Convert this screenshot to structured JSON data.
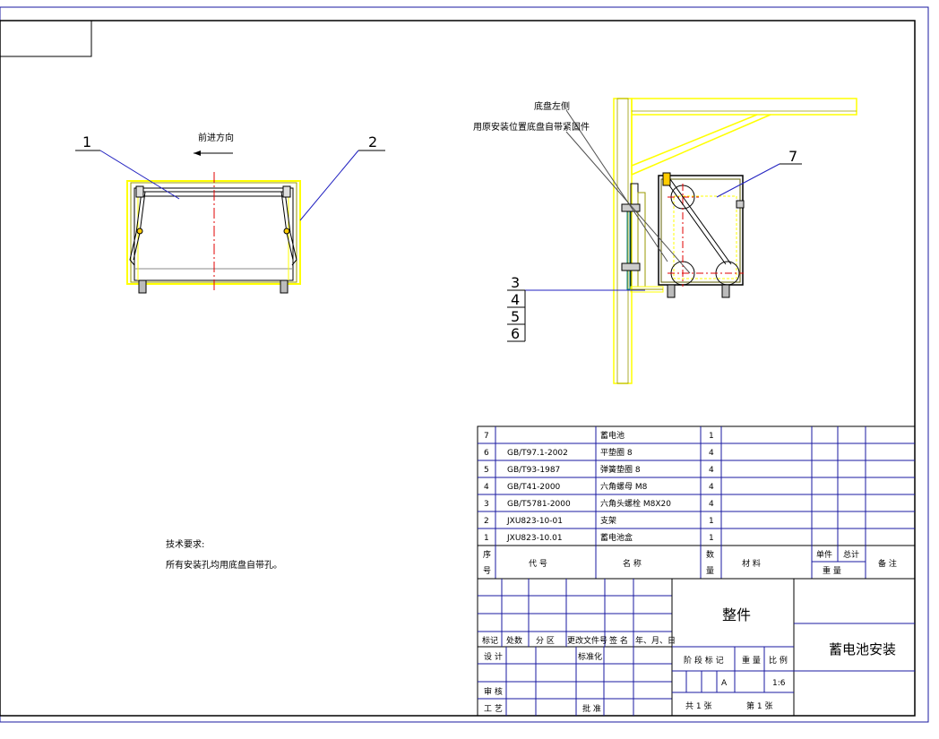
{
  "view_left": {
    "direction_label": "前进方向",
    "callouts": [
      "1",
      "2"
    ]
  },
  "view_right": {
    "note_line1": "底盘左侧",
    "note_line2": "用原安装位置底盘自带紧固件",
    "callouts": [
      "7",
      "3",
      "4",
      "5",
      "6"
    ]
  },
  "tech_requirements": {
    "title": "技术要求:",
    "text": "所有安装孔均用底盘自带孔。"
  },
  "parts_list": {
    "rows": [
      {
        "no": "7",
        "code": "",
        "name": "蓄电池",
        "qty": "1"
      },
      {
        "no": "6",
        "code": "GB/T97.1-2002",
        "name": "平垫圈 8",
        "qty": "4"
      },
      {
        "no": "5",
        "code": "GB/T93-1987",
        "name": "弹簧垫圈 8",
        "qty": "4"
      },
      {
        "no": "4",
        "code": "GB/T41-2000",
        "name": "六角螺母  M8",
        "qty": "4"
      },
      {
        "no": "3",
        "code": "GB/T5781-2000",
        "name": "六角头螺栓  M8X20",
        "qty": "4"
      },
      {
        "no": "2",
        "code": "JXU823-10-01",
        "name": "支架",
        "qty": "1"
      },
      {
        "no": "1",
        "code": "JXU823-10.01",
        "name": "蓄电池盒",
        "qty": "1"
      }
    ],
    "header": {
      "no_a": "序",
      "no_b": "号",
      "code": "代      号",
      "name": "名        称",
      "qty_a": "数",
      "qty_b": "量",
      "material": "材        料",
      "unit": "单件",
      "total": "总计",
      "weight": "重    量",
      "remark": "备  注"
    }
  },
  "title_block": {
    "assembly_label": "整件",
    "drawing_title": "蓄电池安装",
    "rev_headers": [
      "标记",
      "处数",
      "分 区",
      "更改文件号",
      "签 名",
      "年、月、日"
    ],
    "roles": {
      "design": "设 计",
      "review": "审 核",
      "process": "工 艺",
      "standard": "标准化",
      "approve": "批 准"
    },
    "stage_label": "阶 段 标 记",
    "weight_label": "重 量",
    "scale_label": "比 例",
    "stage_value": "A",
    "scale_value": "1:6",
    "sheet_total": "共  1  张",
    "sheet_no": "第  1  张"
  },
  "colors": {
    "frame": "#1a1aa0",
    "yellow": "#ffff00",
    "olive": "#9a9a00",
    "center": "#e00000",
    "leader": "#2020c0",
    "leader_gray": "#505050"
  }
}
